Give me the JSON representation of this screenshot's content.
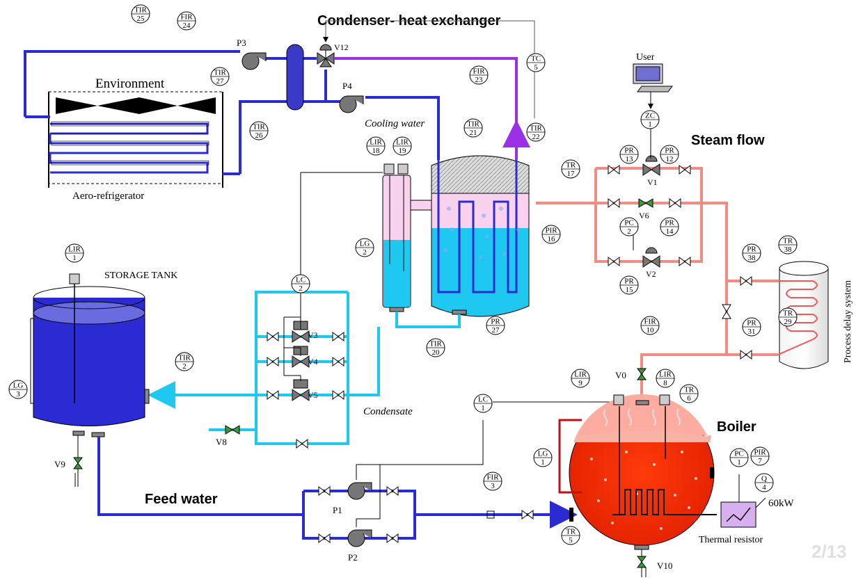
{
  "headings": {
    "condenser": "Condenser- heat exchanger",
    "steam_flow": "Steam flow",
    "boiler": "Boiler",
    "feed_water": "Feed water"
  },
  "labels": {
    "environment": "Environment",
    "aero_refrigerator": "Aero-refrigerator",
    "cooling_water": "Cooling water",
    "storage_tank": "STORAGE TANK",
    "condensate": "Condensate",
    "user": "User",
    "process_delay": "Process delay system",
    "power": "60kW",
    "thermal_resistor": "Thermal resistor",
    "page_number": "2/13"
  },
  "instruments": [
    {
      "tag": "TIR",
      "num": "25"
    },
    {
      "tag": "FIR",
      "num": "24"
    },
    {
      "tag": "TIR",
      "num": "27"
    },
    {
      "tag": "TIR",
      "num": "26"
    },
    {
      "tag": "FIR",
      "num": "23"
    },
    {
      "tag": "TC",
      "num": "5"
    },
    {
      "tag": "TIR",
      "num": "22"
    },
    {
      "tag": "TIR",
      "num": "21"
    },
    {
      "tag": "LIR",
      "num": "18"
    },
    {
      "tag": "LIR",
      "num": "19"
    },
    {
      "tag": "LG",
      "num": "2"
    },
    {
      "tag": "TR",
      "num": "17"
    },
    {
      "tag": "PIR",
      "num": "16"
    },
    {
      "tag": "ZC",
      "num": "1"
    },
    {
      "tag": "PR",
      "num": "13"
    },
    {
      "tag": "PR",
      "num": "12"
    },
    {
      "tag": "PC",
      "num": "2"
    },
    {
      "tag": "PR",
      "num": "14"
    },
    {
      "tag": "PR",
      "num": "15"
    },
    {
      "tag": "PR",
      "num": "38"
    },
    {
      "tag": "TR",
      "num": "38"
    },
    {
      "tag": "PR",
      "num": "31"
    },
    {
      "tag": "TR",
      "num": "29"
    },
    {
      "tag": "FIR",
      "num": "10"
    },
    {
      "tag": "LIR",
      "num": "1"
    },
    {
      "tag": "LG",
      "num": "3"
    },
    {
      "tag": "TIR",
      "num": "2"
    },
    {
      "tag": "LC",
      "num": "2"
    },
    {
      "tag": "PR",
      "num": "27"
    },
    {
      "tag": "TIR",
      "num": "20"
    },
    {
      "tag": "LIR",
      "num": "9"
    },
    {
      "tag": "LIR",
      "num": "8"
    },
    {
      "tag": "TR",
      "num": "6"
    },
    {
      "tag": "LC",
      "num": "1"
    },
    {
      "tag": "LG",
      "num": "1"
    },
    {
      "tag": "PIR",
      "num": "7"
    },
    {
      "tag": "PC",
      "num": "1"
    },
    {
      "tag": "Q",
      "num": "4"
    },
    {
      "tag": "FIR",
      "num": "3"
    },
    {
      "tag": "TR",
      "num": "5"
    }
  ],
  "equipment": {
    "pumps": [
      "P3",
      "P4",
      "P1",
      "P2"
    ],
    "valves": [
      "V12",
      "V1",
      "V6",
      "V2",
      "V3",
      "V4",
      "V5",
      "V8",
      "V9",
      "V0",
      "V10"
    ]
  },
  "colors": {
    "feed_water": "#2b2bd4",
    "condensate": "#1ec8f0",
    "steam": "#f28b82",
    "vapor": "#9b30e8",
    "boiler": "#ff2a00"
  }
}
